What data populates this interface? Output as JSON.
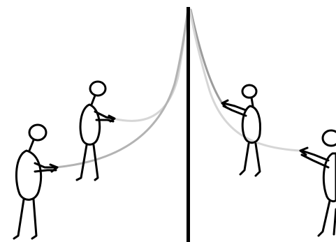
{
  "scene": {
    "description_free": true,
    "colors": {
      "background": "#ffffff",
      "pole": "#000000",
      "outline": "#000000",
      "body_dark": "#a9a9a9",
      "body_mid": "#c4c4c4",
      "body_light": "#d9d9d9",
      "rope_dark": "#b0b0b0",
      "rope_light": "#d6d6d6"
    },
    "figures": [
      "figure-front-left",
      "figure-back-left",
      "figure-back-right",
      "figure-front-right"
    ]
  }
}
